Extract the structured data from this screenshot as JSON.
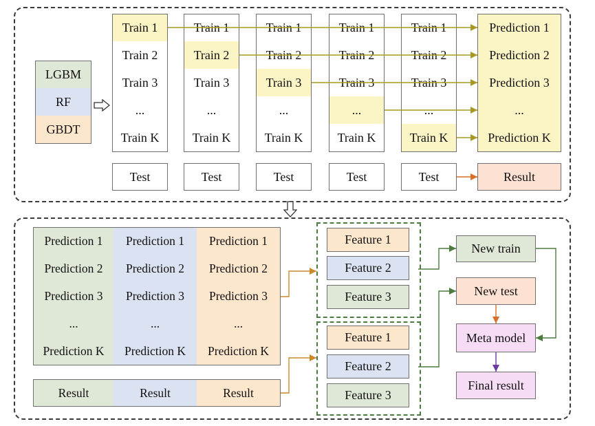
{
  "colors": {
    "green": "#dfe7d6",
    "blue": "#dbe2f1",
    "orange": "#fce6cc",
    "yellow": "#fbf4c5",
    "salmon": "#fde2d3",
    "pink": "#f6dcf4",
    "white": "#ffffff",
    "olive_arrow": "#a79a24",
    "orange_arrow": "#d86e28",
    "green_arrow": "#4d7a3e",
    "purple_arrow": "#6a3aa0"
  },
  "models": [
    "LGBM",
    "RF",
    "GBDT"
  ],
  "folds": [
    {
      "rows": [
        "Train 1",
        "Train 2",
        "Train 3",
        "...",
        "Train K"
      ],
      "test": "Test"
    },
    {
      "rows": [
        "Train 1",
        "Train 2",
        "Train 3",
        "...",
        "Train K"
      ],
      "test": "Test"
    },
    {
      "rows": [
        "Train 1",
        "Train 2",
        "Train 3",
        "...",
        "Train K"
      ],
      "test": "Test"
    },
    {
      "rows": [
        "Train 1",
        "Train 2",
        "Train 3",
        "...",
        "Train K"
      ],
      "test": "Test"
    },
    {
      "rows": [
        "Train 1",
        "Train 2",
        "Train 3",
        "...",
        "Train K"
      ],
      "test": "Test"
    }
  ],
  "predictions": [
    "Prediction 1",
    "Prediction 2",
    "Prediction 3",
    "...",
    "Prediction K"
  ],
  "result": "Result",
  "stack_table": {
    "columns": [
      [
        "Prediction 1",
        "Prediction 2",
        "Prediction 3",
        "...",
        "Prediction K"
      ],
      [
        "Prediction 1",
        "Prediction 2",
        "Prediction 3",
        "...",
        "Prediction K"
      ],
      [
        "Prediction 1",
        "Prediction 2",
        "Prediction 3",
        "...",
        "Prediction K"
      ]
    ],
    "results": [
      "Result",
      "Result",
      "Result"
    ]
  },
  "features_train": [
    "Feature 1",
    "Feature 2",
    "Feature 3"
  ],
  "features_test": [
    "Feature 1",
    "Feature 2",
    "Feature 3"
  ],
  "new_train": "New train",
  "new_test": "New test",
  "meta_model": "Meta model",
  "final_result": "Final result"
}
